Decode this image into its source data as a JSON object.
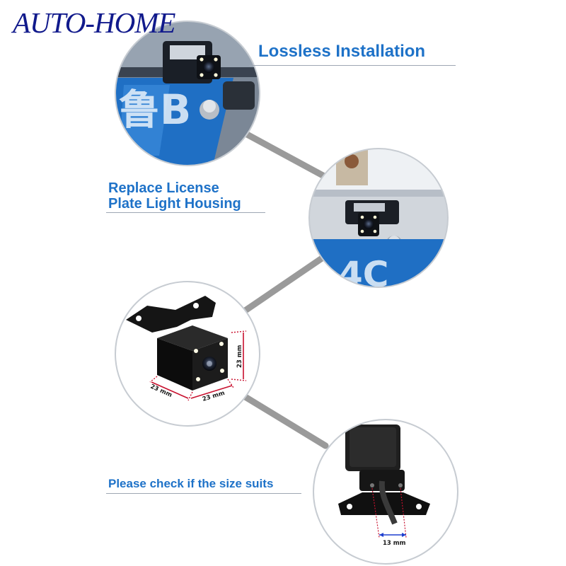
{
  "brand": "AUTO-HOME",
  "captions": {
    "lossless": "Lossless Installation",
    "replace_line1": "Replace License",
    "replace_line2": "Plate Light Housing",
    "size_check": "Please check if the size suits"
  },
  "dimensions": {
    "height": "23 mm",
    "width": "23 mm",
    "depth": "23 mm",
    "mount": "13 mm"
  },
  "colors": {
    "brand": "#111a8c",
    "caption": "#1e72c8",
    "dimension": "#c8102e",
    "plate_blue": "#1f6fc4",
    "connector": "#9a9a9a"
  }
}
